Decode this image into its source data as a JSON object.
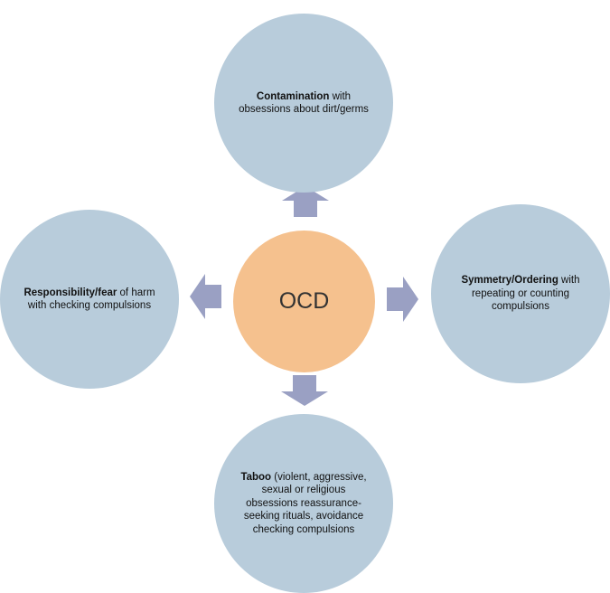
{
  "center": {
    "label": "OCD"
  },
  "nodes": {
    "top": {
      "bold": "Contamination",
      "rest": " with obsessions about dirt/germs"
    },
    "right": {
      "bold": "Symmetry/Ordering",
      "rest": " with repeating or counting compulsions"
    },
    "left": {
      "bold": "Responsibility/fear",
      "rest": " of harm with checking compulsions"
    },
    "bottom": {
      "bold": "Taboo",
      "rest": " (violent, aggressive, sexual or religious obsessions reassurance-seeking rituals, avoidance checking compulsions"
    }
  },
  "colors": {
    "outer_circle": "#b8ccdb",
    "center_circle": "#f5c18e",
    "arrow": "#9aa0c3"
  }
}
